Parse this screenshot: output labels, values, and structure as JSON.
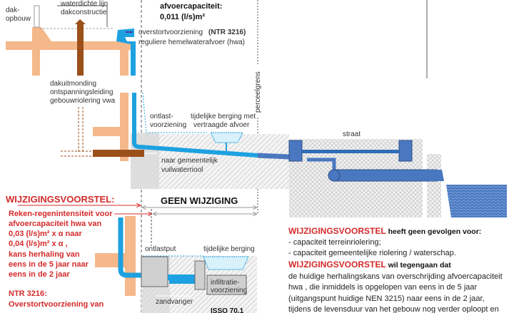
{
  "colors": {
    "orange": "#f5b88a",
    "brown": "#9b4f1b",
    "blue": "#1da1e0",
    "darkblue": "#4a78c0",
    "red": "#d42a2a",
    "gray": "#d9d9d9"
  },
  "top": {
    "dak_opbouw": [
      "dak-",
      "opbouw"
    ],
    "waterdichte_lijn": "waterdichte lijn",
    "dakconstructie": "dakconstructie",
    "afvoer_title": "afvoercapaciteit:",
    "afvoer_value": "0,011 (l/s)m²",
    "overstort": "overstortvoorziening",
    "overstort_ref": "(NTR 3216)",
    "hwa": "reguliere hemelwaterafvoer (hwa)",
    "dakuitmonding": [
      "dakuitmonding",
      "ontspanningsleiding",
      "gebouwriolering vwa"
    ]
  },
  "middle": {
    "ontlast": [
      "ontlast-",
      "voorziening"
    ],
    "berging": [
      "tijdelijke berging met",
      "vertraagde afvoer"
    ],
    "vuilwater": [
      "naar gemeentelijk",
      "vuilwaterriool"
    ],
    "perceelgrens": "perceelgrens",
    "straat": "straat"
  },
  "proposal": {
    "title": "WIJZIGINGSVOORSTEL:",
    "geen": "GEEN WIJZIGING",
    "lines": [
      "Reken-regenintensiteit  voor",
      "afvoercapaciteit hwa van",
      "0,03 (l/s)m² x α naar",
      "0,04 (l/s)m² x α ,",
      "kans herhaling van",
      "eens in de 5 jaar naar",
      "eens in de 2 jaar"
    ],
    "ntr": [
      "NTR 3216:",
      "Overstortvoorziening van"
    ]
  },
  "bottom": {
    "ontlastput": "ontlastput",
    "berging": "tijdelijke berging",
    "infiltratie": [
      "infiltratie-",
      "voorziening"
    ],
    "zandvanger": "zandvanger",
    "isso": "ISSO 70.1"
  },
  "right": {
    "kw1": "WIJZIGINGSVOORSTEL",
    "h1": " heeft geen gevolgen voor:",
    "items": [
      "-   capaciteit terreinriolering;",
      "-   capaciteit gemeentelijke riolering / waterschap."
    ],
    "kw2": "WIJZIGINGSVOORSTEL",
    "h2": "  wil tegengaan dat",
    "para": [
      "de huidige herhalingskans van overschrijding afvoercapaciteit",
      "hwa , die inmiddels is opgelopen van eens in de 5 jaar",
      "(uitgangspunt huidige NEN 3215) naar eens in de 2 jaar,",
      "tijdens de levensduur van  het gebouw nog verder  oploopt en"
    ]
  }
}
